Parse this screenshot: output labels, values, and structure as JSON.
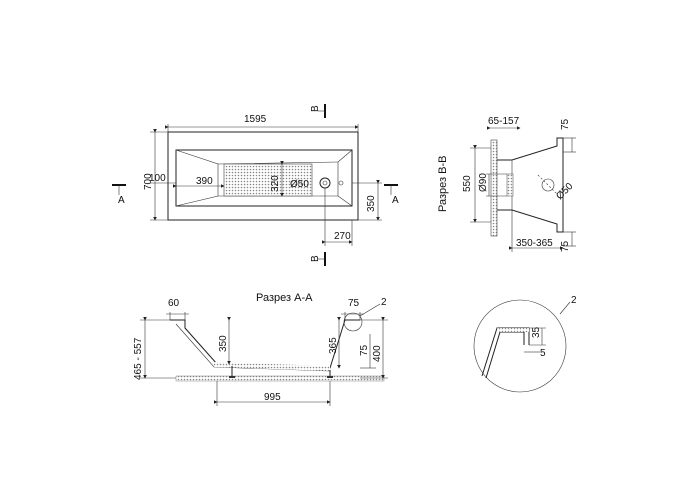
{
  "plan": {
    "length": "1595",
    "width": "700",
    "offset_left": "100",
    "offset_390": "390",
    "insert_320": "320",
    "drain": "Ø50",
    "half_width": "350",
    "drain_offset": "270",
    "section_a": "A",
    "section_b": "B"
  },
  "section_bb": {
    "title": "Разрез В-В",
    "top_range": "65-157",
    "top_75": "75",
    "height_550": "550",
    "pipe_90": "Ø90",
    "pipe_50": "Ø50",
    "bottom_range": "350-365",
    "bottom_75": "75"
  },
  "section_aa": {
    "title": "Разрез А-А",
    "rim_60": "60",
    "rim_75": "75",
    "callout": "2",
    "height_range": "465 - 557",
    "depth_350": "350",
    "depth_365": "365",
    "leg_75": "75",
    "total_400": "400",
    "base_995": "995"
  },
  "detail": {
    "callout": "2",
    "h_35": "35",
    "w_5": "5"
  }
}
